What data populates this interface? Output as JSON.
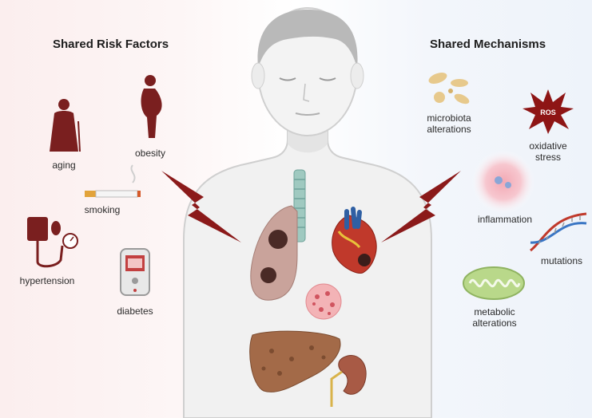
{
  "headings": {
    "left": "Shared Risk Factors",
    "right": "Shared Mechanisms"
  },
  "risk_factors": {
    "aging": "aging",
    "obesity": "obesity",
    "smoking": "smoking",
    "hypertension": "hypertension",
    "diabetes": "diabetes"
  },
  "mechanisms": {
    "microbiota": "microbiota\nalterations",
    "oxidative": "oxidative\nstress",
    "ros": "ROS",
    "inflammation": "inflammation",
    "mutations": "mutations",
    "metabolic": "metabolic\nalterations"
  },
  "colors": {
    "risk_icon": "#7a1f1f",
    "bolt": "#8b1a1a",
    "ros_star": "#8e1515",
    "body_skin": "#f1f1f1",
    "body_outline": "#cfcfcf",
    "hair": "#b9b9b9"
  }
}
